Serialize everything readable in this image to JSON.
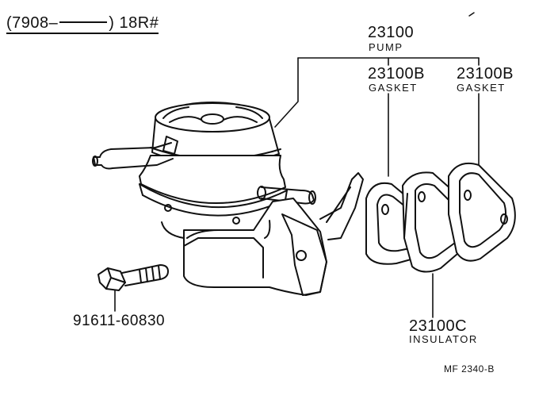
{
  "title": {
    "prefix": "(7908–",
    "suffix": ") 18R#"
  },
  "callouts": {
    "pump": {
      "part_no": "23100",
      "name": "PUMP"
    },
    "gasket_left": {
      "part_no": "23100B",
      "name": "GASKET"
    },
    "gasket_right": {
      "part_no": "23100B",
      "name": "GASKET"
    },
    "insulator": {
      "part_no": "23100C",
      "name": "INSULATOR"
    },
    "bolt": {
      "part_no": "91611-60830"
    }
  },
  "figure_code": "MF  2340-B",
  "colors": {
    "ink": "#111111",
    "paper": "#ffffff"
  }
}
